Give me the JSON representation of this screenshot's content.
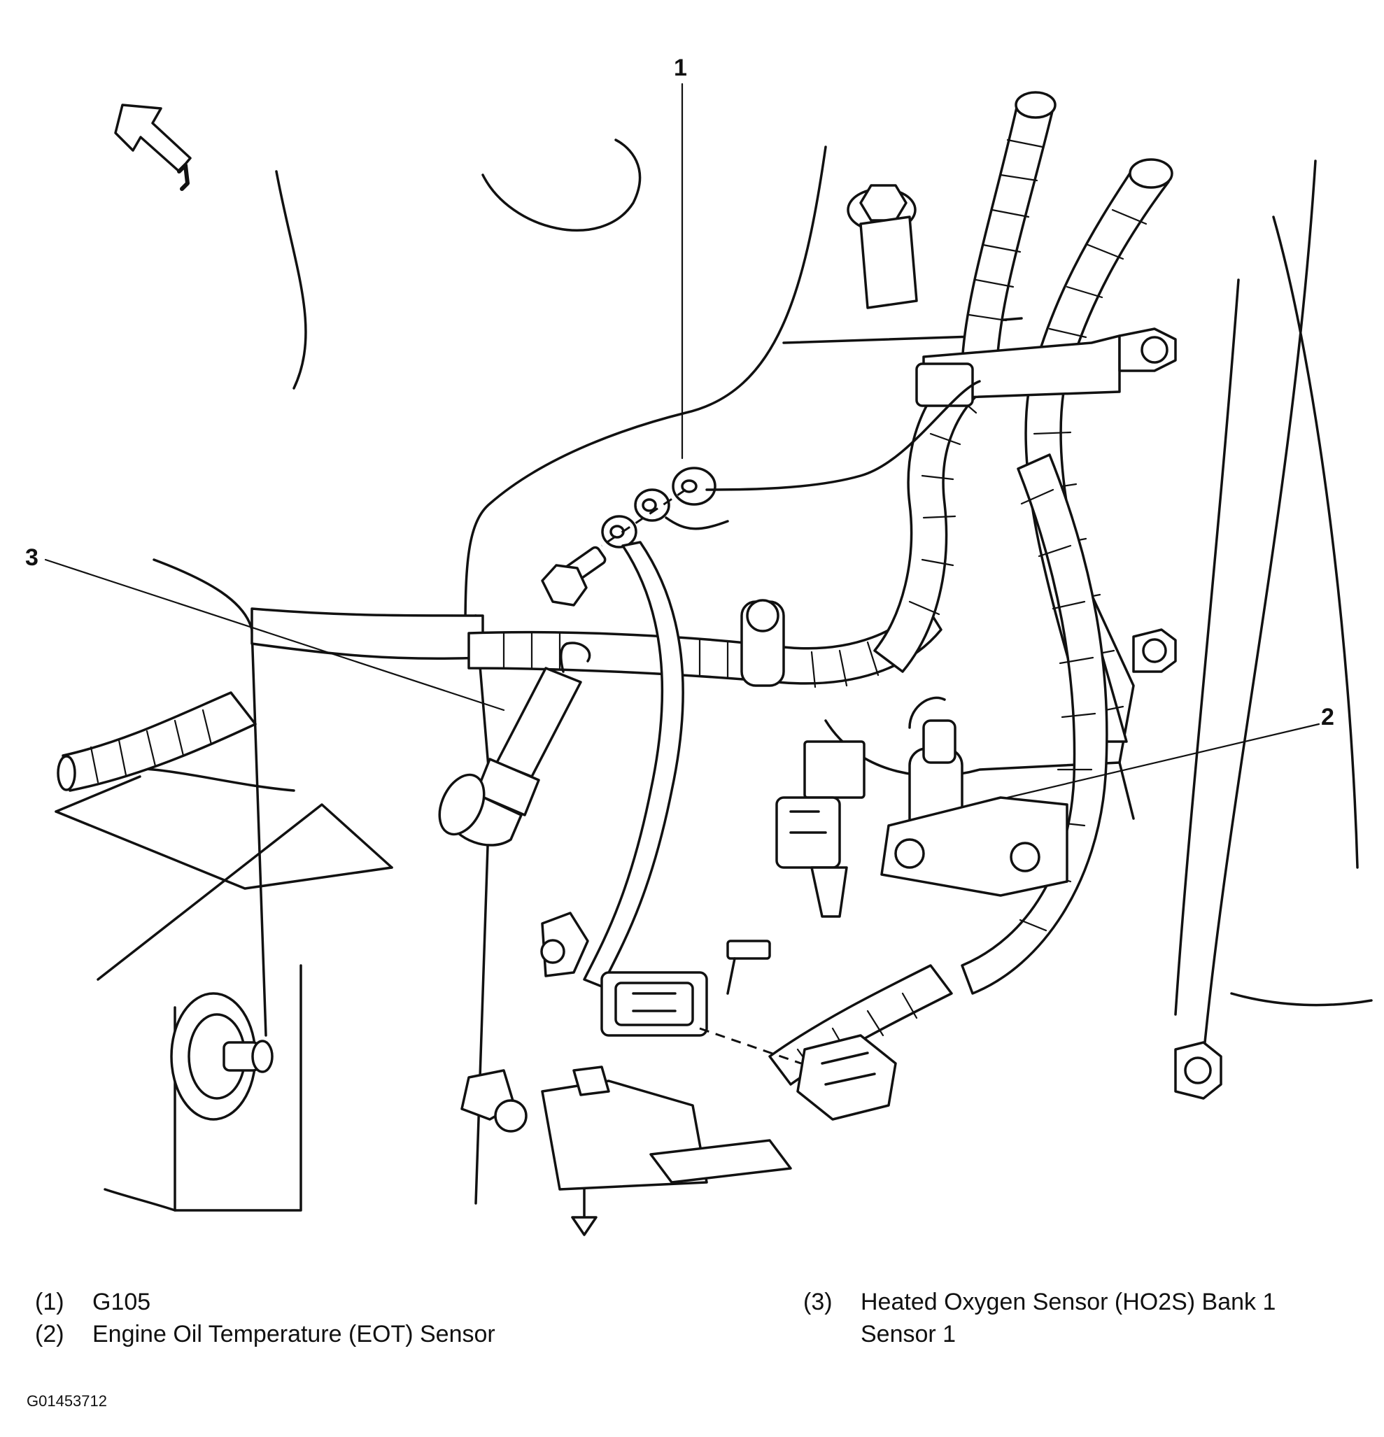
{
  "callouts": [
    "1",
    "2",
    "3"
  ],
  "legend": [
    {
      "num": "(1)",
      "text": "G105"
    },
    {
      "num": "(2)",
      "text": "Engine Oil Temperature (EOT) Sensor"
    },
    {
      "num": "(3)",
      "text": "Heated Oxygen Sensor (HO2S) Bank 1",
      "text_cont": "Sensor 1"
    }
  ],
  "figure_id": "G01453712"
}
